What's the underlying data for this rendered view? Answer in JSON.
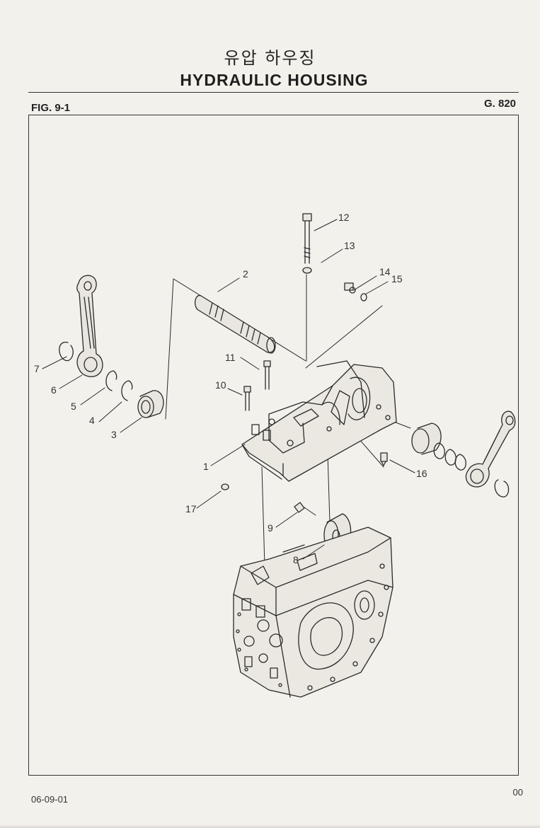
{
  "header": {
    "title_korean": "유압 하우징",
    "title_english": "HYDRAULIC HOUSING",
    "figure_label": "FIG. 9-1",
    "group_number": "G. 820"
  },
  "diagram": {
    "callouts": [
      "1",
      "2",
      "3",
      "4",
      "5",
      "6",
      "7",
      "8",
      "9",
      "10",
      "11",
      "12",
      "13",
      "14",
      "15",
      "16",
      "17"
    ]
  },
  "footer": {
    "date_code": "06-09-01",
    "page_code": "00"
  }
}
